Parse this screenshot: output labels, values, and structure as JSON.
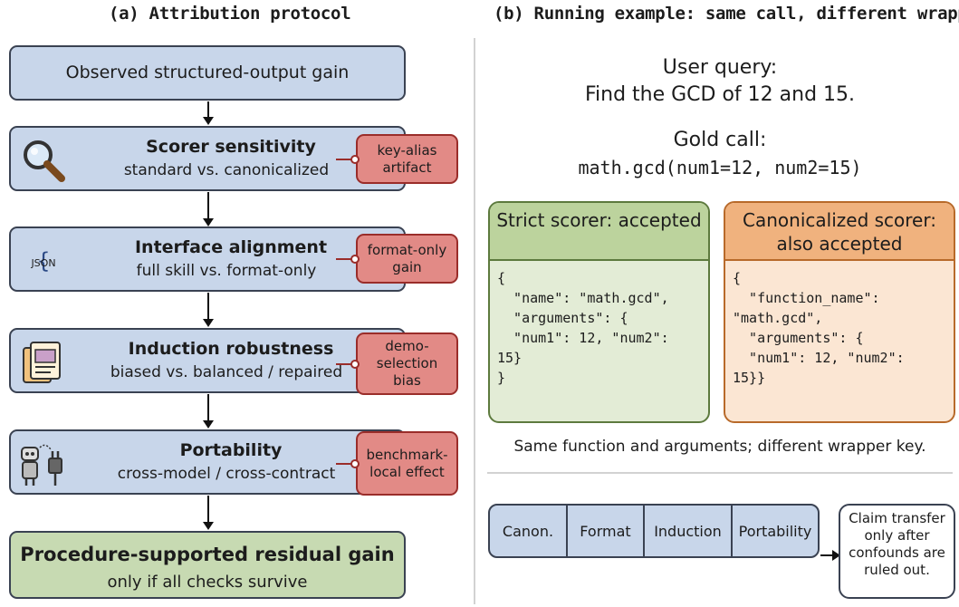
{
  "left_panel": {
    "title": "(a) Attribution protocol",
    "top_box": "Observed structured-output gain",
    "steps": [
      {
        "heading": "Scorer sensitivity",
        "sub": "standard vs. canonicalized",
        "tag": "key-alias artifact",
        "icon": "magnifier-icon"
      },
      {
        "heading": "Interface alignment",
        "sub": "full skill vs. format-only",
        "tag": "format-only gain",
        "icon": "json-icon",
        "icon_text": "{JSON}"
      },
      {
        "heading": "Induction robustness",
        "sub": "biased vs. balanced / repaired",
        "tag": "demo-selection bias",
        "icon": "documents-icon"
      },
      {
        "heading": "Portability",
        "sub": "cross-model / cross-contract",
        "tag": "benchmark-local effect",
        "icon": "robot-plug-icon"
      }
    ],
    "final": {
      "heading": "Procedure-supported residual gain",
      "sub": "only if all checks survive"
    }
  },
  "right_panel": {
    "title": "(b) Running example: same call, different wrapper",
    "query_label": "User query:",
    "query_text": "Find the GCD of 12 and 15.",
    "gold_label": "Gold call:",
    "gold_call": "math.gcd(num1=12, num2=15)",
    "strict": {
      "title": "Strict scorer: accepted",
      "code": "{\n  \"name\": \"math.gcd\",\n  \"arguments\": {\n  \"num1\": 12, \"num2\":\n15}\n}"
    },
    "canonicalized": {
      "title": "Canonicalized scorer: also accepted",
      "code": "{\n  \"function_name\":\n\"math.gcd\",\n  \"arguments\": {\n  \"num1\": 12, \"num2\":\n15}}"
    },
    "note": "Same function and arguments; different wrapper key.",
    "pipeline": [
      "Canon.",
      "Format",
      "Induction",
      "Portability"
    ],
    "claim": "Claim transfer only after confounds are ruled out."
  },
  "colors": {
    "step_fill": "#c8d6ea",
    "tag_fill": "#e28a86",
    "final_fill": "#c7dab2",
    "strict_fill": "#bcd39d",
    "canon_fill": "#f0b27e"
  }
}
